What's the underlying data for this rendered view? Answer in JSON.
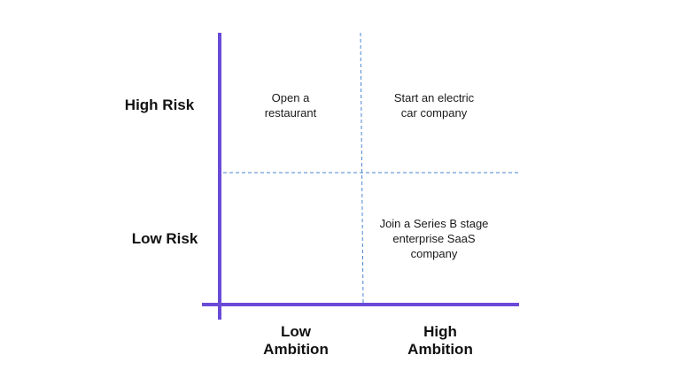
{
  "y_axis": {
    "high_label": "High Risk",
    "low_label": "Low Risk"
  },
  "x_axis": {
    "low_label": "Low\nAmbition",
    "high_label": "High\nAmbition"
  },
  "quadrants": {
    "high_risk_low_ambition": "Open a\nrestaurant",
    "high_risk_high_ambition": "Start an electric\ncar company",
    "low_risk_low_ambition": "",
    "low_risk_high_ambition": "Join a Series B stage\nenterprise SaaS\ncompany"
  },
  "colors": {
    "axis": "#6a4bd8",
    "divider": "#4a86d0"
  }
}
